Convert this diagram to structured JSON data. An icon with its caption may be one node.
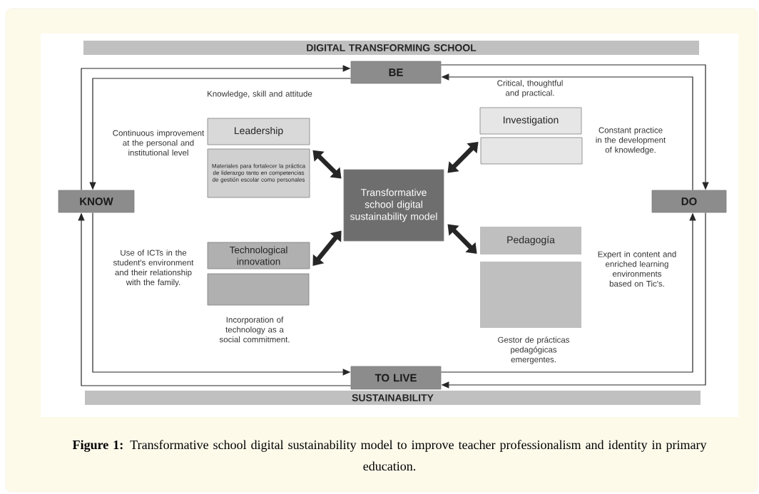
{
  "diagram": {
    "caption": "**Figure 1:** Transformative school digital sustainability model to improve teacher professionalism and identity in primary education.",
    "nodes": [
      {
        "text": [
          "DIGITAL TRANSFORMING SCHOOL"
        ]
      },
      {
        "text": [
          "BE"
        ]
      },
      {
        "text": [
          "KNOW"
        ]
      },
      {
        "text": [
          "DO"
        ]
      },
      {
        "text": [
          "TO LIVE"
        ]
      },
      {
        "text": [
          "SUSTAINABILITY"
        ]
      },
      {
        "text": [
          "Leadership"
        ]
      },
      {
        "text": [
          "Materiales para fortalecer la práctica de liderazgo tanto en competencias de gestión escolar como personales"
        ]
      },
      {
        "text": [
          "Investigation"
        ]
      },
      {
        "text": [],
        "shape": "box"
      },
      {
        "text": [
          "Transformative school digital sustainability model"
        ]
      },
      {
        "text": [
          "Technological innovation"
        ]
      },
      {
        "text": [],
        "shape": "box"
      },
      {
        "text": [
          "Pedagogía"
        ]
      },
      {
        "text": [],
        "shape": "box"
      }
    ],
    "edges": [
      {
        "from": 2,
        "to": 1,
        "arrow": "to"
      },
      {
        "from": 1,
        "to": 2,
        "arrow": "to"
      },
      {
        "from": 1,
        "to": 3,
        "arrow": "to"
      },
      {
        "from": 3,
        "to": 1,
        "arrow": "to"
      },
      {
        "from": 2,
        "to": 4,
        "arrow": "to"
      },
      {
        "from": 4,
        "to": 2,
        "arrow": "to"
      },
      {
        "from": 3,
        "to": 4,
        "arrow": "to"
      },
      {
        "from": 4,
        "to": 3,
        "arrow": "to"
      },
      {
        "from": 7,
        "to": 10,
        "arrow": "both",
        "style": "thick"
      },
      {
        "from": 9,
        "to": 10,
        "arrow": "both",
        "style": "thick"
      },
      {
        "from": 11,
        "to": 10,
        "arrow": "both",
        "style": "thick"
      },
      {
        "from": 13,
        "to": 10,
        "arrow": "both",
        "style": "thick"
      }
    ],
    "labels": [
      "Knowledge, skill and attitude",
      "Critical, thoughtful and practical.",
      "Continuous improvement at the personal and institutional level",
      "Constant practice in the development of knowledge.",
      "Use of ICTs in the student's environment and their relationship with the family.",
      "Expert in content and enriched learning environments based on Tic's.",
      "Incorporation of technology as a social commitment.",
      "Gestor de prácticas pedagógicas emergentes."
    ]
  }
}
